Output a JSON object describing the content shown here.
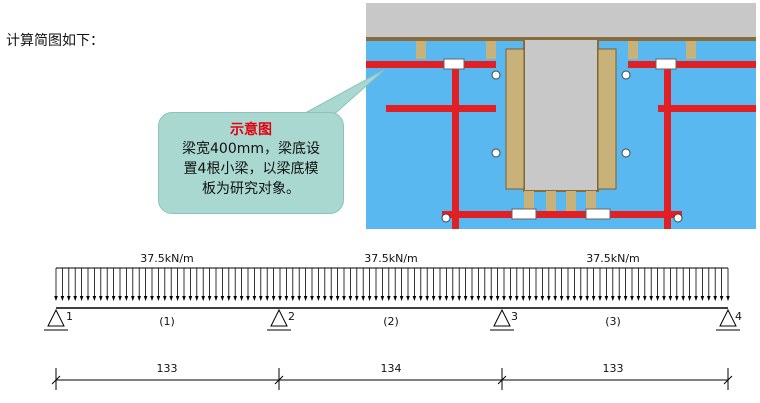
{
  "intro_text": "计算简图如下：",
  "callout": {
    "title": "示意图",
    "lines": [
      "梁宽400mm，梁底设",
      "置4根小梁，以梁底模",
      "板为研究对象。"
    ]
  },
  "beam": {
    "loads": [
      "37.5kN/m",
      "37.5kN/m",
      "37.5kN/m"
    ],
    "supports": [
      "1",
      "2",
      "3",
      "4"
    ],
    "spans": [
      "(1)",
      "(2)",
      "(3)"
    ],
    "dimensions": [
      "133",
      "134",
      "133"
    ]
  },
  "colors": {
    "sky": "#5ab8f0",
    "pipe": "#e02025",
    "concrete": "#c8c8c8",
    "timber": "#c8b27a",
    "callout_fill": "#a9d8d1",
    "callout_title": "#e3000f"
  }
}
